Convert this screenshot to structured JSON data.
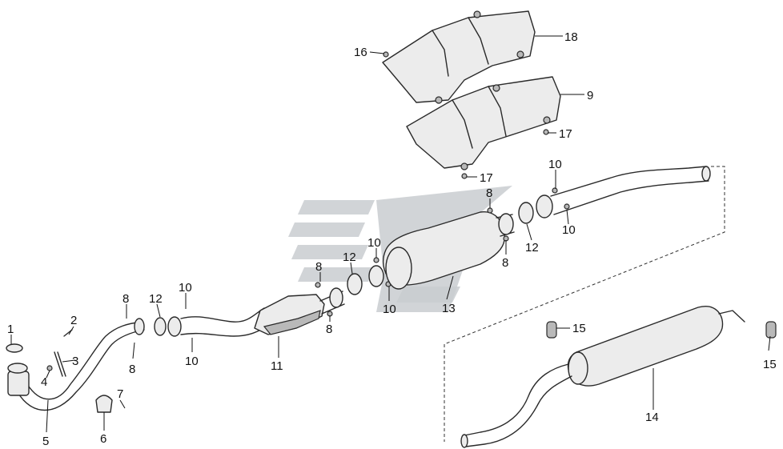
{
  "diagram": {
    "callouts": [
      {
        "id": "c1",
        "text": "1"
      },
      {
        "id": "c2",
        "text": "2"
      },
      {
        "id": "c3",
        "text": "3"
      },
      {
        "id": "c4",
        "text": "4"
      },
      {
        "id": "c5",
        "text": "5"
      },
      {
        "id": "c6",
        "text": "6"
      },
      {
        "id": "c7",
        "text": "7"
      },
      {
        "id": "c8a",
        "text": "8"
      },
      {
        "id": "c8b",
        "text": "8"
      },
      {
        "id": "c12a",
        "text": "12"
      },
      {
        "id": "c10a",
        "text": "10"
      },
      {
        "id": "c10b",
        "text": "10"
      },
      {
        "id": "c11",
        "text": "11"
      },
      {
        "id": "c8c",
        "text": "8"
      },
      {
        "id": "c8d",
        "text": "8"
      },
      {
        "id": "c12b",
        "text": "12"
      },
      {
        "id": "c10c",
        "text": "10"
      },
      {
        "id": "c10d",
        "text": "10"
      },
      {
        "id": "c13",
        "text": "13"
      },
      {
        "id": "c8e",
        "text": "8"
      },
      {
        "id": "c8f",
        "text": "8"
      },
      {
        "id": "c12c",
        "text": "12"
      },
      {
        "id": "c10e",
        "text": "10"
      },
      {
        "id": "c10f",
        "text": "10"
      },
      {
        "id": "c16",
        "text": "16"
      },
      {
        "id": "c18",
        "text": "18"
      },
      {
        "id": "c9",
        "text": "9"
      },
      {
        "id": "c17a",
        "text": "17"
      },
      {
        "id": "c17b",
        "text": "17"
      },
      {
        "id": "c15a",
        "text": "15"
      },
      {
        "id": "c15b",
        "text": "15"
      },
      {
        "id": "c14",
        "text": "14"
      }
    ]
  }
}
